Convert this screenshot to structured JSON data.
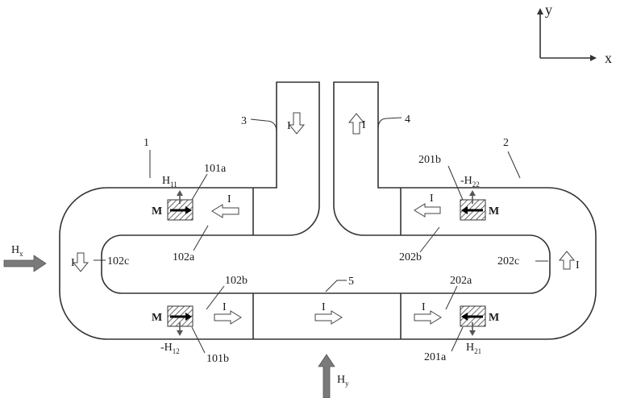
{
  "axes": {
    "y_label": "y",
    "x_label": "x"
  },
  "parts": {
    "p1": "1",
    "p2": "2",
    "p3": "3",
    "p4": "4",
    "p5": "5",
    "s101a": "101a",
    "s101b": "101b",
    "s102a": "102a",
    "s102b": "102b",
    "s102c": "102c",
    "s201a": "201a",
    "s201b": "201b",
    "s202a": "202a",
    "s202b": "202b",
    "s202c": "202c"
  },
  "fields": {
    "hx_main": "H",
    "hx_sub": "x",
    "hy_main": "H",
    "hy_sub": "y",
    "h11_main": "H",
    "h11_sub": "11",
    "h12_main": "-H",
    "h12_sub": "12",
    "h21_main": "H",
    "h21_sub": "21",
    "h22_main": "-H",
    "h22_sub": "22"
  },
  "magnetization_label": "M",
  "current_label": "I",
  "colors": {
    "line": "#333333",
    "field_arrow": "#7a7a7a",
    "background": "#ffffff"
  }
}
